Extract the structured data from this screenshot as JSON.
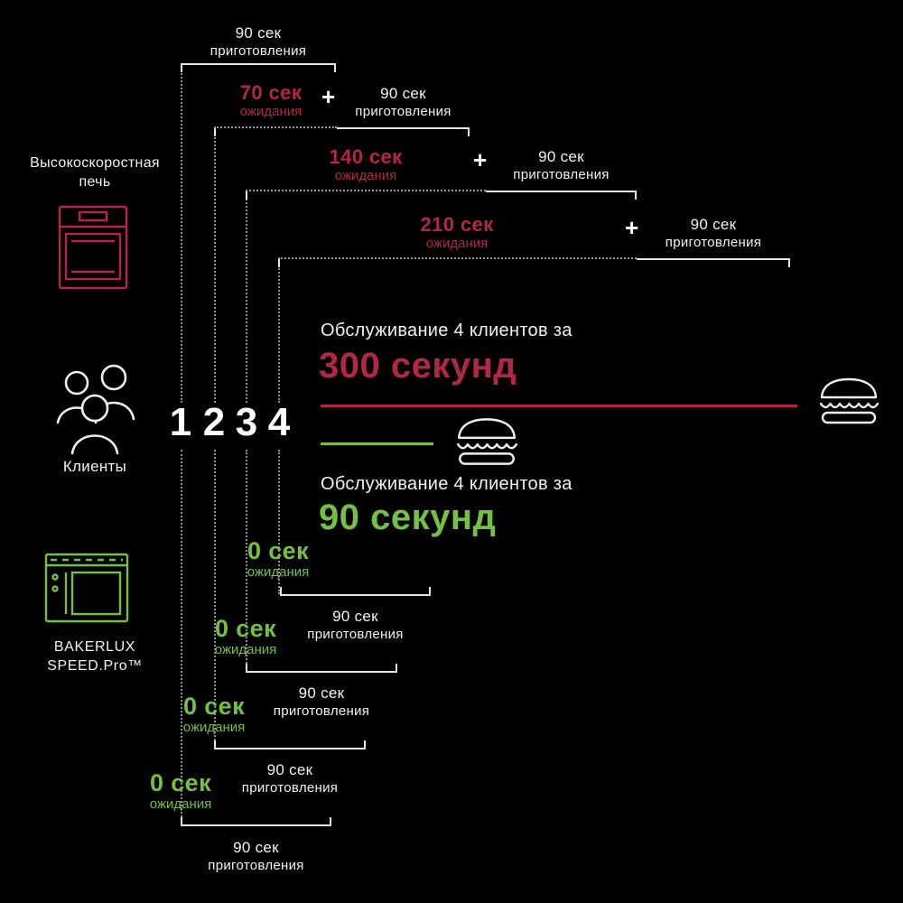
{
  "colors": {
    "red_accent": "#b22646",
    "green_accent": "#74c044",
    "background": "#000000",
    "line_white": "#e6e6e6"
  },
  "left_panel": {
    "fast_oven_line1": "Высокоскоростная",
    "fast_oven_line2": "печь",
    "clients_label": "Клиенты",
    "bakerlux_line1": "BAKERLUX",
    "bakerlux_line2": "SPEED.Pro™"
  },
  "client_numbers": [
    "1",
    "2",
    "3",
    "4"
  ],
  "red_timeline": {
    "rows": [
      {
        "cook_value": "90 сек",
        "cook_label": "приготовления"
      },
      {
        "wait_value": "70 сек",
        "wait_label": "ожидания",
        "plus": "+",
        "cook_value": "90 сек",
        "cook_label": "приготовления"
      },
      {
        "wait_value": "140 сек",
        "wait_label": "ожидания",
        "plus": "+",
        "cook_value": "90 сек",
        "cook_label": "приготовления"
      },
      {
        "wait_value": "210 сек",
        "wait_label": "ожидания",
        "plus": "+",
        "cook_value": "90 сек",
        "cook_label": "приготовления"
      }
    ],
    "summary_prefix": "Обслуживание 4 клиентов за",
    "summary_value": "300 секунд"
  },
  "green_timeline": {
    "summary_prefix": "Обслуживание 4 клиентов за",
    "summary_value": "90 секунд",
    "rows": [
      {
        "wait_value": "0 сек",
        "wait_label": "ожидания",
        "cook_value": "90 сек",
        "cook_label": "приготовления"
      },
      {
        "wait_value": "0 сек",
        "wait_label": "ожидания",
        "cook_value": "90 сек",
        "cook_label": "приготовления"
      },
      {
        "wait_value": "0 сек",
        "wait_label": "ожидания",
        "cook_value": "90 сек",
        "cook_label": "приготовления"
      },
      {
        "wait_value": "0 сек",
        "wait_label": "ожидания",
        "cook_value": "90 сек",
        "cook_label": "приготовления"
      }
    ]
  },
  "icons": {
    "fast_oven": "speed-oven-icon",
    "clients": "clients-group-icon",
    "bakerlux": "bakerlux-oven-icon",
    "burger": "burger-icon"
  }
}
